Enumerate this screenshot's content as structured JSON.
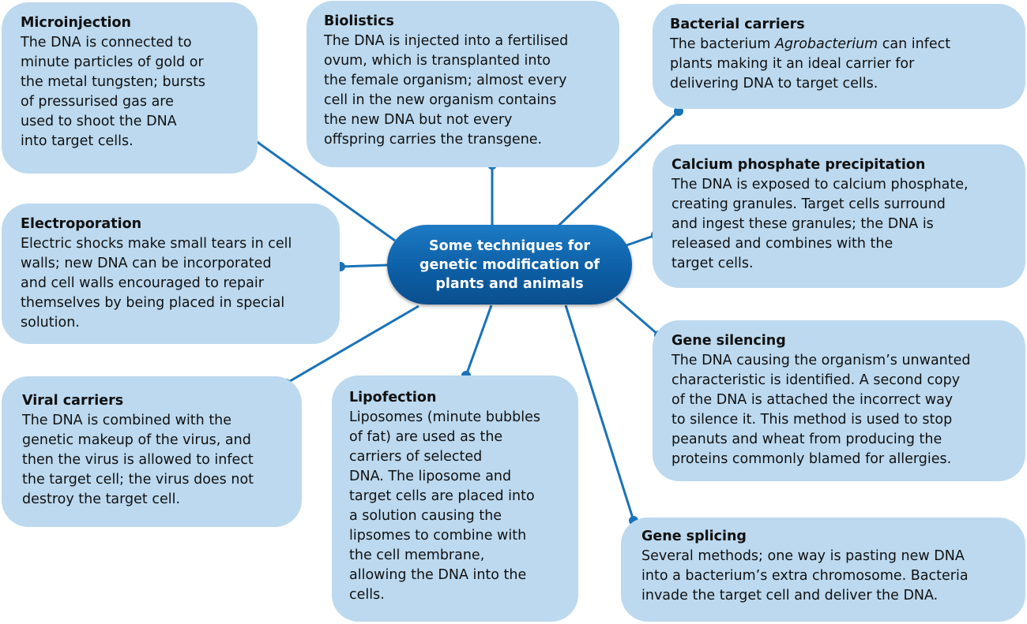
{
  "title": [
    "Some techniques for",
    "genetic modification of",
    "plants and animals"
  ],
  "colors": {
    "box": "#bcd9ef",
    "line": "#1a73b8",
    "center": "#0d5fa6"
  },
  "nodes": {
    "microinjection": {
      "title": "Microinjection",
      "lines": [
        "The DNA is connected to",
        "minute particles of gold or",
        "the metal tungsten; bursts",
        "of pressurised gas are",
        "used to shoot the DNA",
        "into target cells."
      ]
    },
    "biolistics": {
      "title": "Biolistics",
      "lines": [
        "The DNA is injected into a fertilised",
        "ovum, which is transplanted into",
        "the female organism; almost every",
        "cell in the new organism contains",
        "the new DNA but not every",
        "offspring carries the transgene."
      ]
    },
    "bacterial": {
      "title": "Bacterial carriers",
      "line1_a": "The bacterium ",
      "line1_em": "Agrobacterium",
      "line1_b": " can infect",
      "lines": [
        "plants making it an ideal carrier for",
        "delivering DNA to target cells."
      ]
    },
    "calcium": {
      "title": "Calcium phosphate precipitation",
      "lines": [
        "The DNA is exposed to calcium phosphate,",
        "creating granules. Target cells surround",
        "and ingest these granules; the DNA is",
        "released and combines with the",
        "target cells."
      ]
    },
    "electroporation": {
      "title": "Electroporation",
      "lines": [
        "Electric shocks make small tears in cell",
        "walls; new DNA can be incorporated",
        "and cell walls encouraged to repair",
        "themselves by being placed in special",
        "solution."
      ]
    },
    "silencing": {
      "title": "Gene silencing",
      "lines": [
        "The DNA causing the organism’s unwanted",
        "characteristic is identified. A second copy",
        "of the DNA is attached the incorrect way",
        "to silence it. This method is used to stop",
        "peanuts and wheat from producing the",
        "proteins commonly blamed for allergies."
      ]
    },
    "viral": {
      "title": "Viral carriers",
      "lines": [
        "The DNA is combined with the",
        "genetic makeup of the virus, and",
        "then the virus is allowed to infect",
        "the target cell; the virus does not",
        "destroy the target cell."
      ]
    },
    "lipofection": {
      "title": "Lipofection",
      "lines": [
        "Liposomes (minute bubbles",
        "of fat) are used as the",
        "carriers of selected",
        "DNA. The liposome and",
        "target cells are placed into",
        "a solution causing the",
        "lipsomes to combine with",
        "the cell membrane,",
        "allowing the DNA into the",
        "cells."
      ]
    },
    "splicing": {
      "title": "Gene splicing",
      "lines": [
        "Several methods; one way is pasting new DNA",
        "into a bacterium’s extra chromosome. Bacteria",
        "invade the target cell and deliver the DNA."
      ]
    }
  }
}
